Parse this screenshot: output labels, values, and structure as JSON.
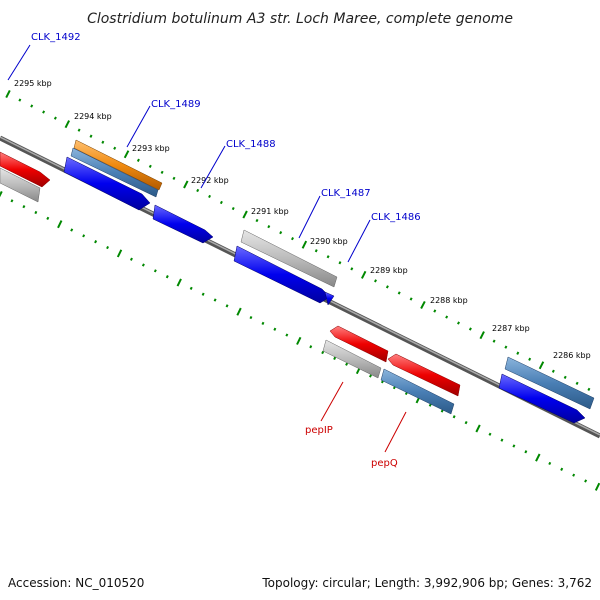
{
  "title": "Clostridium botulinum A3 str. Loch Maree, complete genome",
  "ticks": [
    "2295 kbp",
    "2294 kbp",
    "2293 kbp",
    "2292 kbp",
    "2291 kbp",
    "2290 kbp",
    "2289 kbp",
    "2288 kbp",
    "2287 kbp",
    "2286 kbp"
  ],
  "gene_labels": {
    "clk1492": "CLK_1492",
    "clk1489": "CLK_1489",
    "clk1488": "CLK_1488",
    "clk1487": "CLK_1487",
    "clk1486": "CLK_1486",
    "pepip": "pepIP",
    "pepq": "pepQ"
  },
  "footer": {
    "accession": "Accession: NC_010520",
    "summary": "Topology: circular; Length: 3,992,906 bp; Genes: 3,762"
  },
  "colors": {
    "blue": "#0000ee",
    "red": "#ee0000",
    "gray": "#b0b0b0",
    "steel": "#4a7fb5",
    "orange": "#f08a10",
    "ticks": "#008800",
    "backbone": "#777777"
  }
}
